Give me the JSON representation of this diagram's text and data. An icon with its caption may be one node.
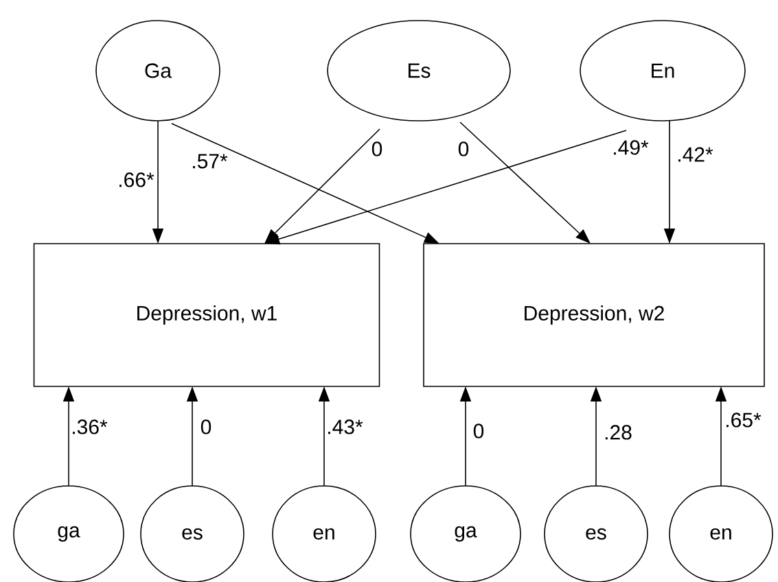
{
  "diagram": {
    "nodes": [
      {
        "text": [
          "Ga"
        ]
      },
      {
        "text": [
          "Es"
        ]
      },
      {
        "text": [
          "En"
        ]
      },
      {
        "text": [
          "Depression, w1"
        ]
      },
      {
        "text": [
          "Depression, w2"
        ]
      },
      {
        "text": [
          "ga"
        ]
      },
      {
        "text": [
          "es"
        ]
      },
      {
        "text": [
          "en"
        ]
      },
      {
        "text": [
          "ga"
        ]
      },
      {
        "text": [
          "es"
        ]
      },
      {
        "text": [
          "en"
        ]
      }
    ],
    "edges": [
      {
        "from": 0,
        "to": 3,
        "arrow": "to",
        "label": ".66*"
      },
      {
        "from": 0,
        "to": 4,
        "arrow": "to",
        "label": ".57*"
      },
      {
        "from": 1,
        "to": 3,
        "arrow": "to",
        "label": "0"
      },
      {
        "from": 1,
        "to": 4,
        "arrow": "to",
        "label": "0"
      },
      {
        "from": 2,
        "to": 3,
        "arrow": "to",
        "label": ".49*"
      },
      {
        "from": 2,
        "to": 4,
        "arrow": "to",
        "label": ".42*"
      },
      {
        "from": 5,
        "to": 3,
        "arrow": "to",
        "label": ".36*"
      },
      {
        "from": 6,
        "to": 3,
        "arrow": "to",
        "label": "0"
      },
      {
        "from": 7,
        "to": 3,
        "arrow": "to",
        "label": ".43*"
      },
      {
        "from": 8,
        "to": 4,
        "arrow": "to",
        "label": "0"
      },
      {
        "from": 9,
        "to": 4,
        "arrow": "to",
        "label": ".28"
      },
      {
        "from": 10,
        "to": 4,
        "arrow": "to",
        "label": ".65*"
      }
    ]
  }
}
